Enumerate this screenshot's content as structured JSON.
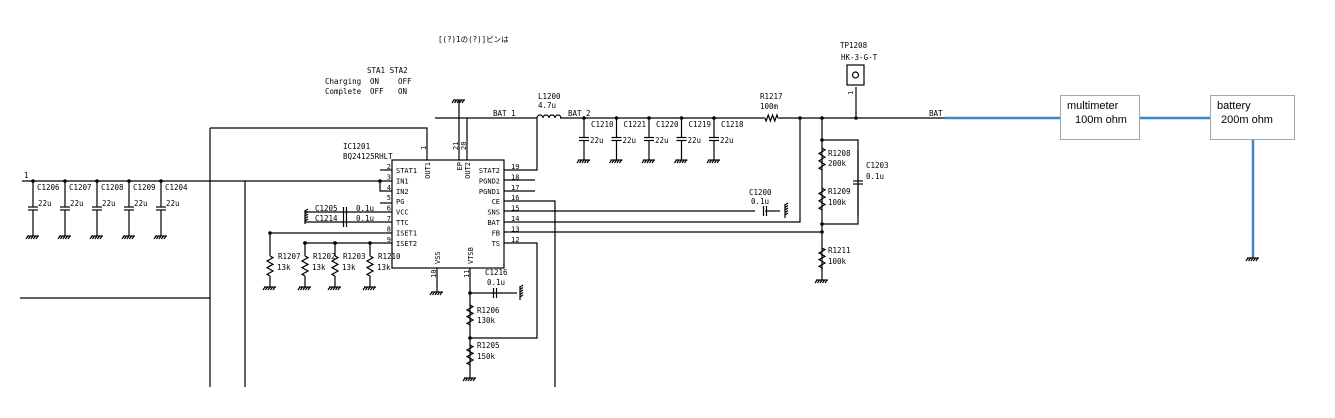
{
  "note": "[(?)1の(?)]ピンは",
  "status_table": {
    "header": "STA1 STA2",
    "rows": [
      {
        "label": "Charging",
        "sta1": "ON",
        "sta2": "OFF"
      },
      {
        "label": "Complete",
        "sta1": "OFF",
        "sta2": "ON"
      }
    ]
  },
  "testpoint": {
    "ref": "TP1208",
    "part": "HK-3-G-T",
    "pin": "1"
  },
  "ic": {
    "ref": "IC1201",
    "part": "BQ24125RHLT",
    "left_pins": [
      {
        "name": "STAT1",
        "num": "2"
      },
      {
        "name": "IN1",
        "num": "3"
      },
      {
        "name": "IN2",
        "num": "4"
      },
      {
        "name": "PG",
        "num": "5"
      },
      {
        "name": "VCC",
        "num": "6"
      },
      {
        "name": "TTC",
        "num": "7"
      },
      {
        "name": "ISET1",
        "num": "8"
      },
      {
        "name": "ISET2",
        "num": "9"
      }
    ],
    "right_pins": [
      {
        "name": "STAT2",
        "num": "19"
      },
      {
        "name": "PGND2",
        "num": "18"
      },
      {
        "name": "PGND1",
        "num": "17"
      },
      {
        "name": "CE",
        "num": "16"
      },
      {
        "name": "SNS",
        "num": "15"
      },
      {
        "name": "BAT",
        "num": "14"
      },
      {
        "name": "FB",
        "num": "13"
      },
      {
        "name": "TS",
        "num": "12"
      }
    ],
    "top_pins": [
      {
        "name": "OUT1",
        "num": "1"
      },
      {
        "name": "EP",
        "num": "21"
      },
      {
        "name": "OUT2",
        "num": "20"
      }
    ],
    "bottom_pins": [
      {
        "name": "VSS",
        "num": "10"
      },
      {
        "name": "VTSB",
        "num": "11"
      }
    ]
  },
  "net_labels": {
    "bat1": "BAT_1",
    "bat2": "BAT_2",
    "bat": "BAT",
    "input_pin": "1"
  },
  "inductor": {
    "ref": "L1200",
    "value": "4.7u"
  },
  "input_caps": [
    {
      "ref": "C1206",
      "value": "22u"
    },
    {
      "ref": "C1207",
      "value": "22u"
    },
    {
      "ref": "C1208",
      "value": "22u"
    },
    {
      "ref": "C1209",
      "value": "22u"
    },
    {
      "ref": "C1204",
      "value": "22u"
    }
  ],
  "output_caps": [
    {
      "ref": "C1210",
      "value": "22u"
    },
    {
      "ref": "C1221",
      "value": "22u"
    },
    {
      "ref": "C1220",
      "value": "22u"
    },
    {
      "ref": "C1219",
      "value": "22u"
    },
    {
      "ref": "C1218",
      "value": "22u"
    }
  ],
  "vcc_caps": [
    {
      "ref": "C1205",
      "value": "0.1u"
    },
    {
      "ref": "C1214",
      "value": "0.1u"
    }
  ],
  "iset_resistors": [
    {
      "ref": "R1207",
      "value": "13k"
    },
    {
      "ref": "R1202",
      "value": "13k"
    },
    {
      "ref": "R1203",
      "value": "13k"
    },
    {
      "ref": "R1210",
      "value": "13k"
    }
  ],
  "sense_resistor": {
    "ref": "R1217",
    "value": "100m"
  },
  "sns_cap": {
    "ref": "C1200",
    "value": "0.1u"
  },
  "divider": [
    {
      "ref": "R1208",
      "value": "200k"
    },
    {
      "ref": "R1209",
      "value": "100k"
    },
    {
      "ref": "R1211",
      "value": "100k"
    }
  ],
  "fb_cap": {
    "ref": "C1203",
    "value": "0.1u"
  },
  "vtsb_cap": {
    "ref": "C1216",
    "value": "0.1u"
  },
  "ts_resistors": [
    {
      "ref": "R1206",
      "value": "130k"
    },
    {
      "ref": "R1205",
      "value": "150k"
    }
  ],
  "boxes": {
    "multimeter": {
      "line1": "multimeter",
      "line2": "100m ohm"
    },
    "battery": {
      "line1": "battery",
      "line2": "200m ohm"
    }
  },
  "colors": {
    "wire": "#000000",
    "added_wire": "#3f86c6",
    "box_border": "#a6a6a6"
  }
}
